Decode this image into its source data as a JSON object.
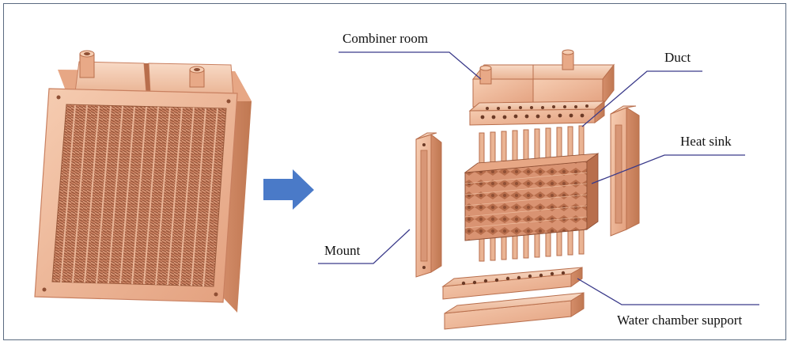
{
  "labels": {
    "combiner_room": "Combiner room",
    "duct": "Duct",
    "heat_sink": "Heat sink",
    "mount": "Mount",
    "water_chamber_support": "Water chamber support"
  },
  "colors": {
    "copper_light": "#f2c2a4",
    "copper_mid": "#e3a07e",
    "copper_dark": "#b86e4c",
    "copper_deep": "#8f4f34",
    "arrow": "#4a7ac8",
    "leader": "#3a3a8a",
    "frame": "#5a6a80"
  },
  "icons": {
    "process_arrow": "right-arrow-icon"
  }
}
